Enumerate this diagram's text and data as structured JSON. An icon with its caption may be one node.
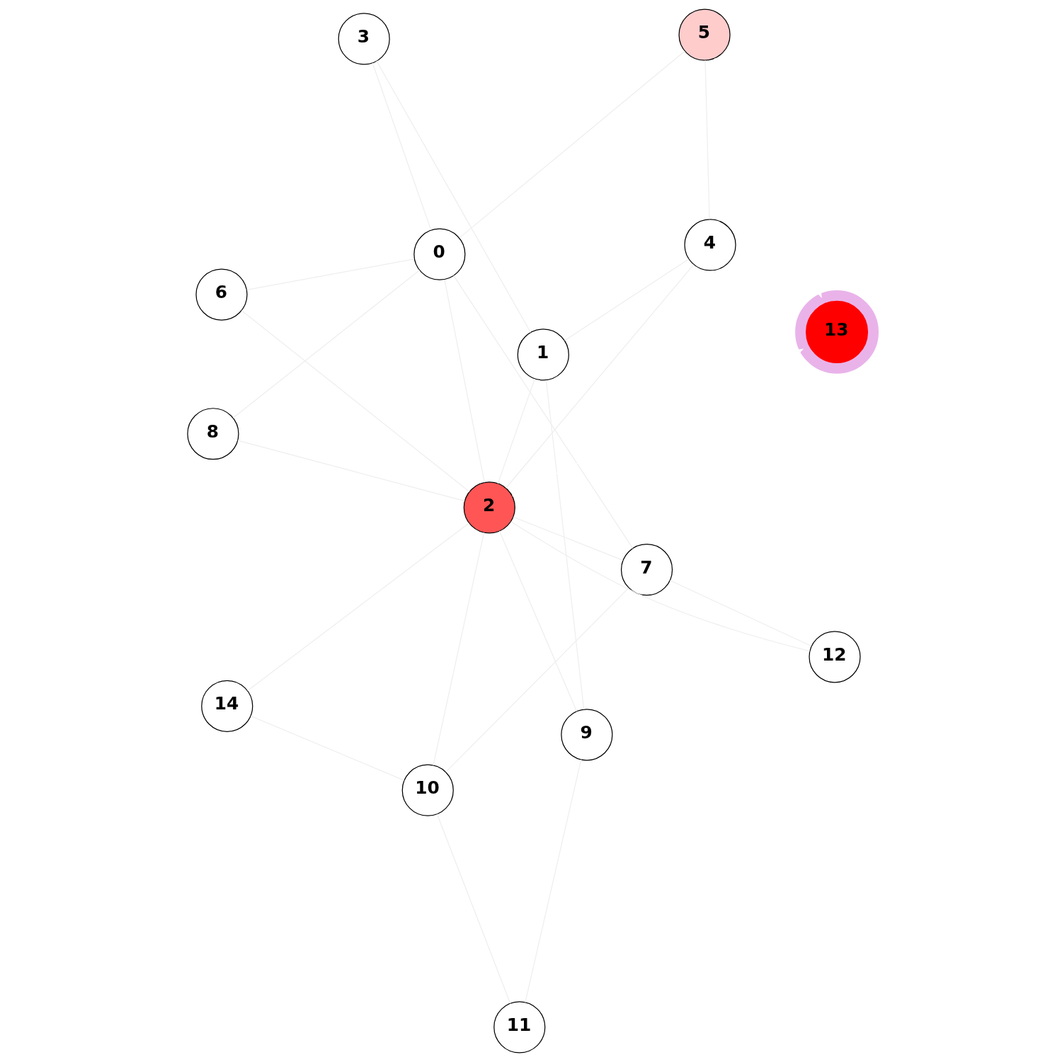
{
  "diagram": {
    "nodes": [
      {
        "text": [
          "0"
        ]
      },
      {
        "text": [
          "1"
        ]
      },
      {
        "text": [
          "2"
        ]
      },
      {
        "text": [
          "3"
        ]
      },
      {
        "text": [
          "4"
        ]
      },
      {
        "text": [
          "5"
        ]
      },
      {
        "text": [
          "6"
        ]
      },
      {
        "text": [
          "7"
        ]
      },
      {
        "text": [
          "8"
        ]
      },
      {
        "text": [
          "9"
        ]
      },
      {
        "text": [
          "10"
        ]
      },
      {
        "text": [
          "11"
        ]
      },
      {
        "text": [
          "12"
        ]
      },
      {
        "text": [
          "13"
        ]
      },
      {
        "text": [
          "14"
        ]
      }
    ],
    "edges": [
      {
        "from": 0,
        "to": 3,
        "arrow": "none"
      },
      {
        "from": 0,
        "to": 6,
        "arrow": "none"
      },
      {
        "from": 0,
        "to": 8,
        "arrow": "none"
      },
      {
        "from": 0,
        "to": 7,
        "arrow": "none"
      },
      {
        "from": 0,
        "to": 2,
        "arrow": "none"
      },
      {
        "from": 0,
        "to": 5,
        "arrow": "none"
      },
      {
        "from": 6,
        "to": 2,
        "arrow": "none"
      },
      {
        "from": 12,
        "to": 2,
        "arrow": "none"
      },
      {
        "from": 12,
        "to": 7,
        "arrow": "none"
      },
      {
        "from": 7,
        "to": 2,
        "arrow": "none"
      },
      {
        "from": 8,
        "to": 2,
        "arrow": "none"
      },
      {
        "from": 4,
        "to": 2,
        "arrow": "none"
      },
      {
        "from": 4,
        "to": 1,
        "arrow": "none"
      },
      {
        "from": 4,
        "to": 5,
        "arrow": "none"
      },
      {
        "from": 3,
        "to": 1,
        "arrow": "none"
      },
      {
        "from": 1,
        "to": 2,
        "arrow": "none"
      },
      {
        "from": 1,
        "to": 9,
        "arrow": "none"
      },
      {
        "from": 2,
        "to": 13,
        "arrow": "to",
        "color": "#ffffff"
      },
      {
        "from": 5,
        "to": 13,
        "arrow": "to",
        "color": "#ffffff"
      },
      {
        "from": 2,
        "to": 9,
        "arrow": "none"
      },
      {
        "from": 2,
        "to": 10,
        "arrow": "none"
      },
      {
        "from": 2,
        "to": 14,
        "arrow": "none"
      },
      {
        "from": 7,
        "to": 10,
        "arrow": "none"
      },
      {
        "from": 10,
        "to": 14,
        "arrow": "none"
      },
      {
        "from": 10,
        "to": 11,
        "arrow": "none"
      },
      {
        "from": 11,
        "to": 9,
        "arrow": "none"
      }
    ]
  }
}
